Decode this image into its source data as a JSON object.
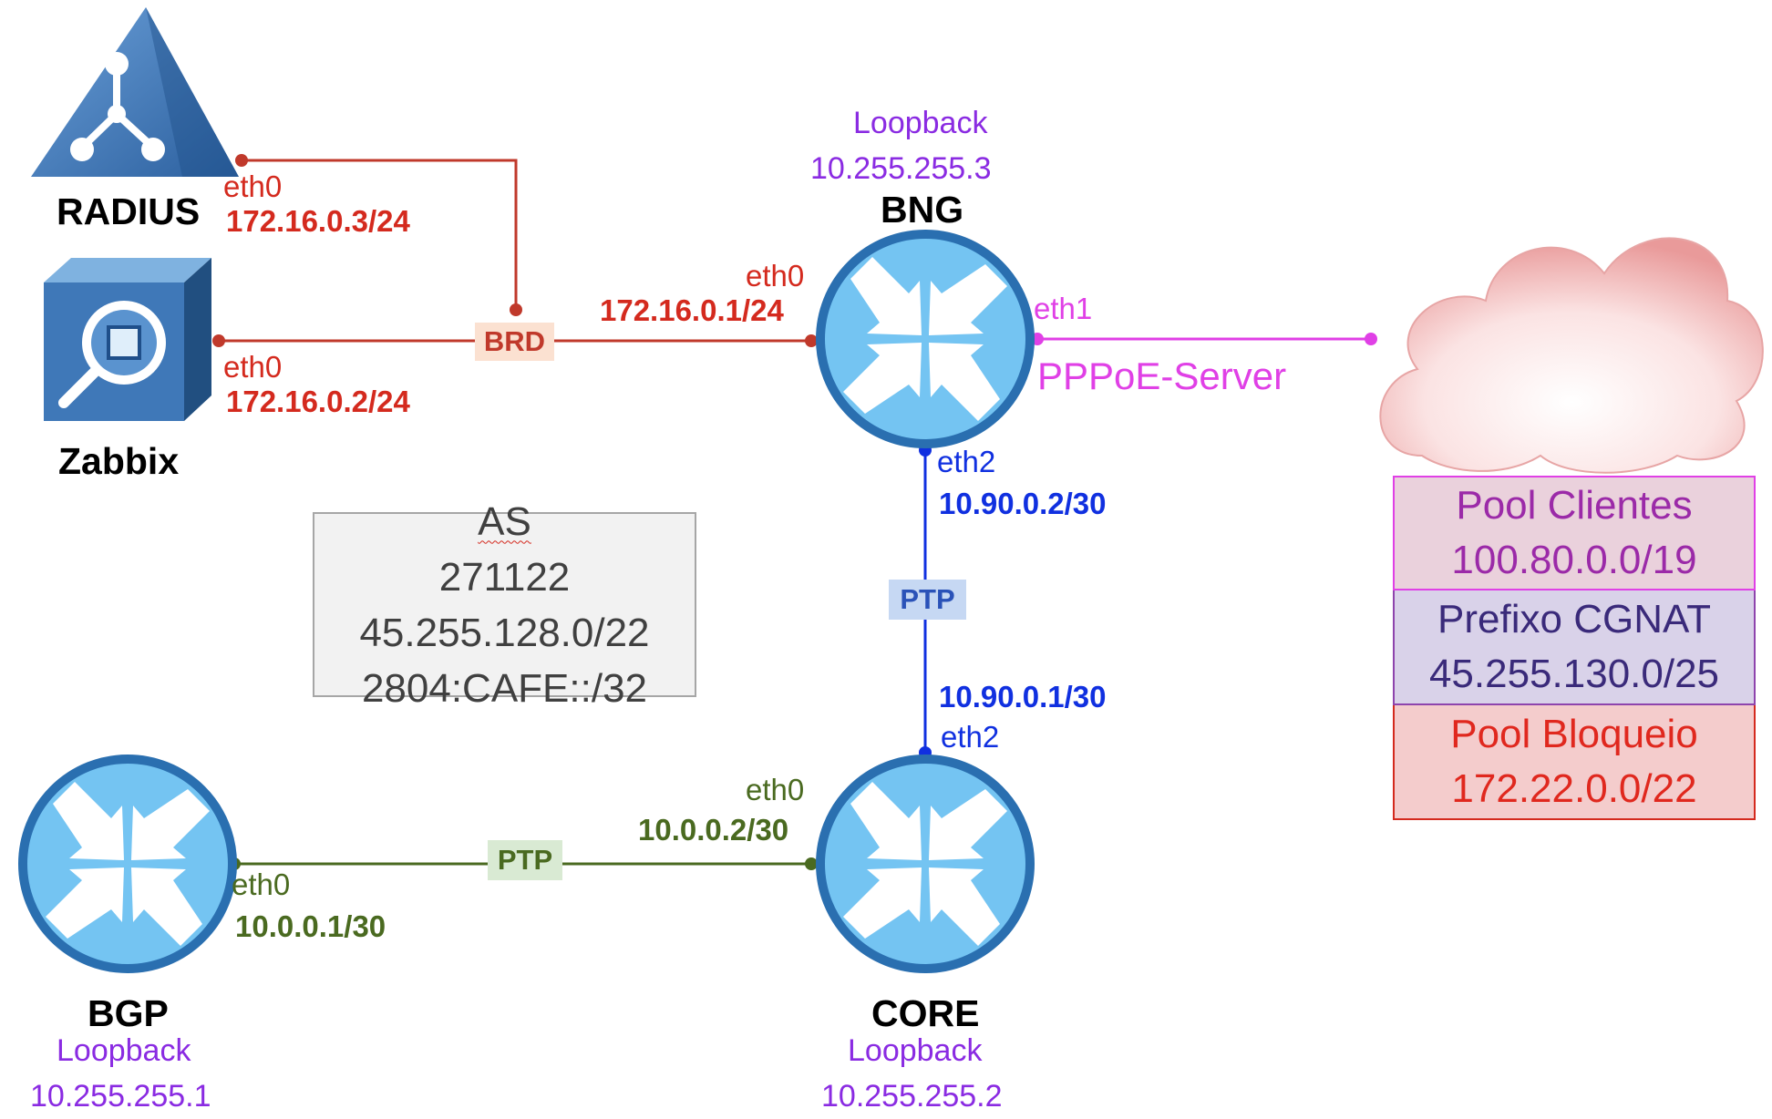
{
  "nodes": {
    "radius": {
      "name": "RADIUS",
      "iface": "eth0",
      "ip": "172.16.0.3/24"
    },
    "zabbix": {
      "name": "Zabbix",
      "iface": "eth0",
      "ip": "172.16.0.2/24"
    },
    "bng": {
      "name": "BNG",
      "loopback_label": "Loopback",
      "loopback_ip": "10.255.255.3",
      "eth0": "eth0",
      "eth0_ip": "172.16.0.1/24",
      "eth1": "eth1",
      "eth1_role": "PPPoE-Server",
      "eth2": "eth2",
      "eth2_ip": "10.90.0.2/30"
    },
    "core": {
      "name": "CORE",
      "loopback_label": "Loopback",
      "loopback_ip": "10.255.255.2",
      "eth0": "eth0",
      "eth0_ip": "10.0.0.2/30",
      "eth2": "eth2",
      "eth2_ip": "10.90.0.1/30"
    },
    "bgp": {
      "name": "BGP",
      "loopback_label": "Loopback",
      "loopback_ip": "10.255.255.1",
      "eth0": "eth0",
      "eth0_ip": "10.0.0.1/30"
    }
  },
  "links": {
    "bridge_tag": "BRD",
    "bng_core_tag": "PTP",
    "core_bgp_tag": "PTP"
  },
  "as_box": {
    "asn": "AS 271122",
    "asn_prefix": "AS",
    "asn_number": "271122",
    "ipv4": "45.255.128.0/22",
    "ipv6": "2804:CAFE::/32"
  },
  "pools": [
    {
      "title": "Pool Clientes",
      "prefix": "100.80.0.0/19"
    },
    {
      "title": "Prefixo CGNAT",
      "prefix": "45.255.130.0/25"
    },
    {
      "title": "Pool Bloqueio",
      "prefix": "172.22.0.0/22"
    }
  ],
  "colors": {
    "server_link": "#c0392b",
    "pppoe_link": "#e040e6",
    "ptp_blue": "#1030e0",
    "ptp_green": "#4a6a20",
    "router_fill": "#74c4f2",
    "router_stroke": "#2a6fb0"
  },
  "icons": {
    "radius": "radius-triangle-icon",
    "zabbix": "monitoring-cube-icon",
    "router": "router-arrows-icon",
    "cloud": "cloud-icon"
  }
}
